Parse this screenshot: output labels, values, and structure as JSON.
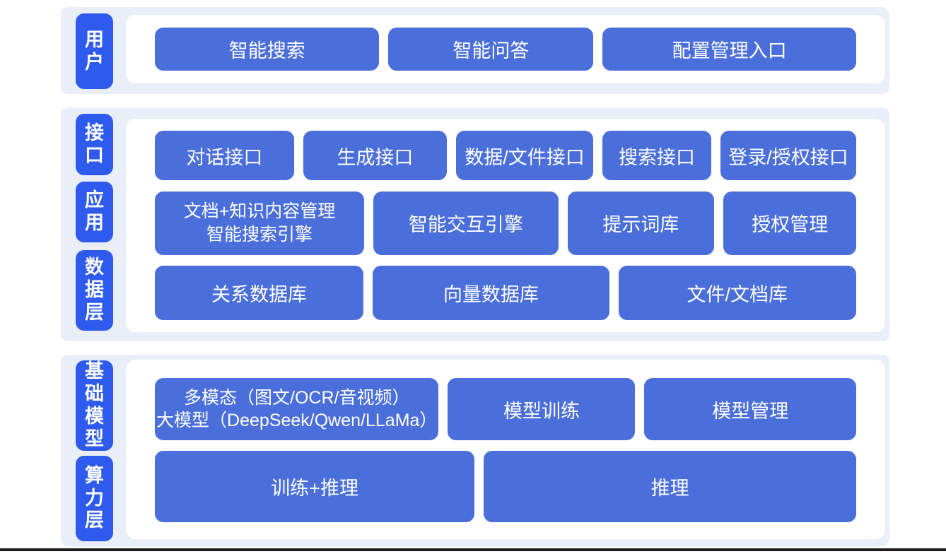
{
  "diagram": {
    "type": "layered-architecture",
    "language": "zh-CN",
    "colors": {
      "page_background": "#ffffff",
      "band_background": "#e9eef8",
      "layer_label_blue": "#2e5bee",
      "box_blue": "#4a6fdb",
      "text_white": "#ffffff",
      "bottom_rule": "#1c1c1c"
    },
    "sections": [
      {
        "name": "user-layer",
        "labels": [
          {
            "text": "用户"
          }
        ],
        "rows": [
          {
            "boxes": [
              {
                "label": "智能搜索"
              },
              {
                "label": "智能问答"
              },
              {
                "label": "配置管理入口"
              }
            ]
          }
        ]
      },
      {
        "name": "interface-application-data-layers",
        "labels": [
          {
            "text": "接口"
          },
          {
            "text": "应用"
          },
          {
            "text": "数据层"
          }
        ],
        "rows": [
          {
            "boxes": [
              {
                "label": "对话接口"
              },
              {
                "label": "生成接口"
              },
              {
                "label": "数据/文件接口"
              },
              {
                "label": "搜索接口"
              },
              {
                "label": "登录/授权接口"
              }
            ]
          },
          {
            "boxes": [
              {
                "label": "文档+知识内容管理\n智能搜索引擎"
              },
              {
                "label": "智能交互引擎"
              },
              {
                "label": "提示词库"
              },
              {
                "label": "授权管理"
              }
            ]
          },
          {
            "boxes": [
              {
                "label": "关系数据库"
              },
              {
                "label": "向量数据库"
              },
              {
                "label": "文件/文档库"
              }
            ]
          }
        ]
      },
      {
        "name": "foundation-model-compute-layers",
        "labels": [
          {
            "text": "基础模型"
          },
          {
            "text": "算力层"
          }
        ],
        "rows": [
          {
            "boxes": [
              {
                "label": "多模态（图文/OCR/音视频）\n大模型（DeepSeek/Qwen/LLaMa）"
              },
              {
                "label": "模型训练"
              },
              {
                "label": "模型管理"
              }
            ]
          },
          {
            "boxes": [
              {
                "label": "训练+推理"
              },
              {
                "label": "推理"
              }
            ]
          }
        ]
      }
    ]
  }
}
